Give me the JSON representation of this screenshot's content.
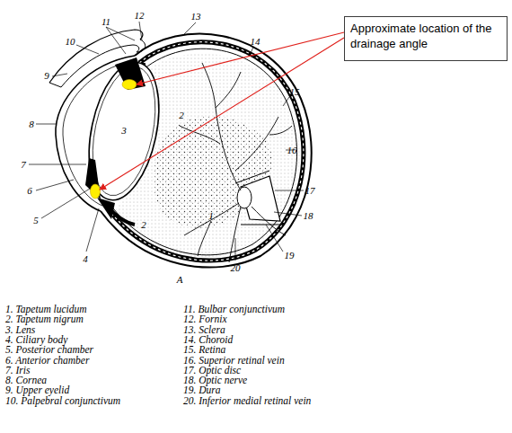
{
  "diagram": {
    "nodes": [
      {
        "text": [
          "Approximate location of the drainage angle"
        ]
      }
    ],
    "labels": [
      "11",
      "12",
      "13",
      "14",
      "15",
      "16",
      "17",
      "18",
      "19",
      "20",
      "10",
      "9",
      "8",
      "7",
      "6",
      "5",
      "4",
      "3",
      "2",
      "2",
      "1",
      "A",
      "1. Tapetum lucidum",
      "2. Tapetum nigrum",
      "3. Lens",
      "4. Ciliary body",
      "5. Posterior chamber",
      "6. Anterior chamber",
      "7. Iris",
      "8. Cornea",
      "9. Upper eyelid",
      "10. Palpebral conjunctivum",
      "11. Bulbar conjunctivum",
      "12. Fornix",
      "13. Sclera",
      "14. Choroid",
      "15. Retina",
      "16. Superior retinal vein",
      "17. Optic disc",
      "18. Optic nerve",
      "19. Dura",
      "20. Inferior medial retinal vein"
    ]
  }
}
